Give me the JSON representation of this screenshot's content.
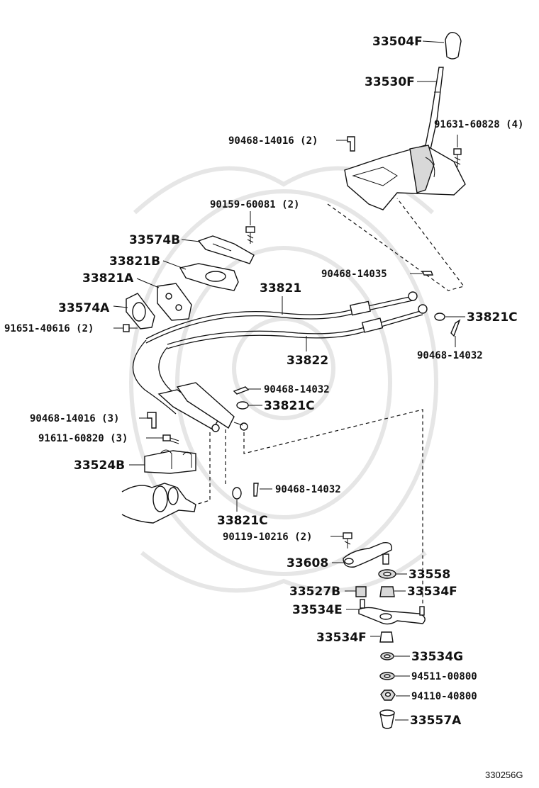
{
  "diagram_id": "330256G",
  "labels": {
    "p33504F": "33504F",
    "p33530F": "33530F",
    "p91631": "91631-60828 (4)",
    "p90468_14016_2": "90468-14016 (2)",
    "p90159": "90159-60081 (2)",
    "p33574B": "33574B",
    "p33821B": "33821B",
    "p90468_14035": "90468-14035",
    "p33821A": "33821A",
    "p33821": "33821",
    "p33574A": "33574A",
    "p33821C_a": "33821C",
    "p91651": "91651-40616 (2)",
    "p90468_14032_a": "90468-14032",
    "p33822": "33822",
    "p90468_14032_b": "90468-14032",
    "p33821C_b": "33821C",
    "p90468_14016_3": "90468-14016 (3)",
    "p91611": "91611-60820 (3)",
    "p33524B": "33524B",
    "p90468_14032_c": "90468-14032",
    "p33821C_c": "33821C",
    "p90119": "90119-10216 (2)",
    "p33608": "33608",
    "p33558": "33558",
    "p33527B": "33527B",
    "p33534F_a": "33534F",
    "p33534E": "33534E",
    "p33534F_b": "33534F",
    "p33534G": "33534G",
    "p94511": "94511-00800",
    "p94110": "94110-40800",
    "p33557A": "33557A"
  }
}
